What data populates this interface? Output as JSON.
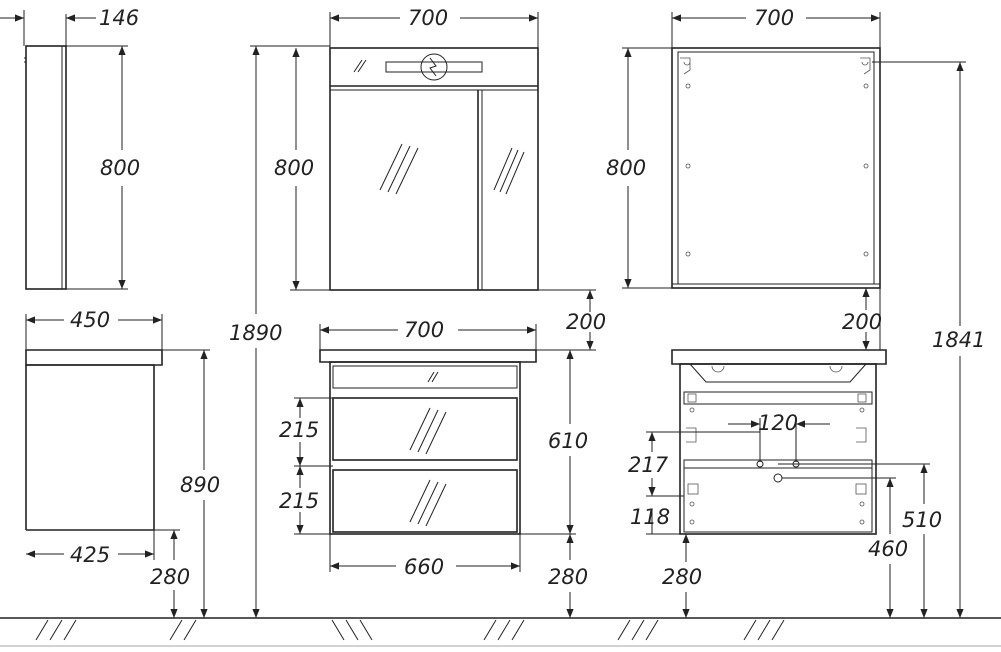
{
  "dimensions": {
    "side_mirror_depth": "146",
    "side_mirror_height": "800",
    "mirror_width": "700",
    "mirror_height": "800",
    "back_width": "700",
    "back_height": "800",
    "total_height": "1890",
    "gap_center": "200",
    "gap_right": "200",
    "back_total_height": "1841",
    "side_depth": "450",
    "side_height": "890",
    "side_inner_depth": "425",
    "side_leg": "280",
    "front_width": "700",
    "drawer_1_height": "215",
    "drawer_2_height": "215",
    "front_height": "610",
    "front_inner_width": "660",
    "front_leg": "280",
    "siphon_spacing": "120",
    "siphon_height": "217",
    "drain_height": "118",
    "back_leg": "280",
    "back_510": "510",
    "back_460": "460"
  },
  "colors": {
    "line": "#222222",
    "background": "#ffffff",
    "floor": "#888888"
  },
  "icons": {
    "lamp": "lightning-bolt-icon",
    "glass": "glass-hatch-icon",
    "floor": "floor-hatch-icon"
  }
}
